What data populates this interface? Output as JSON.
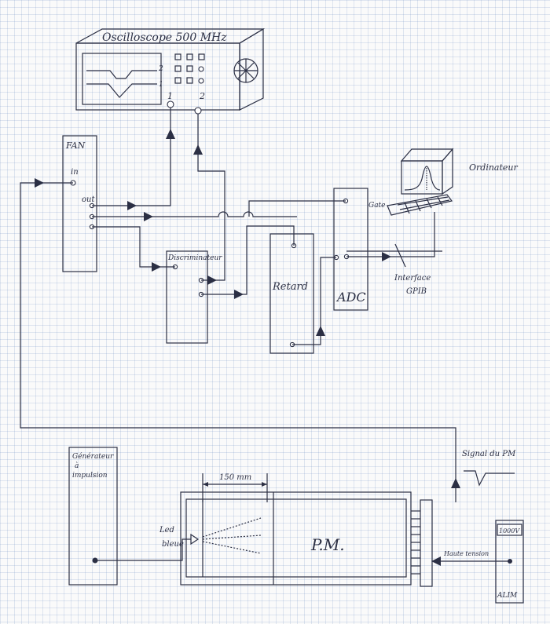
{
  "oscilloscope": {
    "title": "Oscilloscope 500 MHz",
    "channel_1": "1",
    "channel_2": "2",
    "screen_label_2": "2",
    "screen_label_1": "1"
  },
  "fan": {
    "title": "FAN",
    "in_label": "in",
    "out_label": "out"
  },
  "discriminator": {
    "title": "Discriminateur"
  },
  "retard": {
    "title": "Retard"
  },
  "adc": {
    "title": "ADC",
    "gate_label": "Gate"
  },
  "computer": {
    "title": "Ordinateur"
  },
  "interface": {
    "line1": "Interface",
    "line2": "GPIB"
  },
  "pulse_generator": {
    "line1": "Générateur",
    "line2": "à",
    "line3": "impulsion"
  },
  "measurement": {
    "distance": "150 mm"
  },
  "led": {
    "line1": "Led",
    "line2": "bleue"
  },
  "pm": {
    "title": "P.M.",
    "signal_label": "Signal du PM"
  },
  "high_voltage": {
    "label": "Haute tension"
  },
  "alim": {
    "title": "ALIM",
    "display": "1000V"
  }
}
